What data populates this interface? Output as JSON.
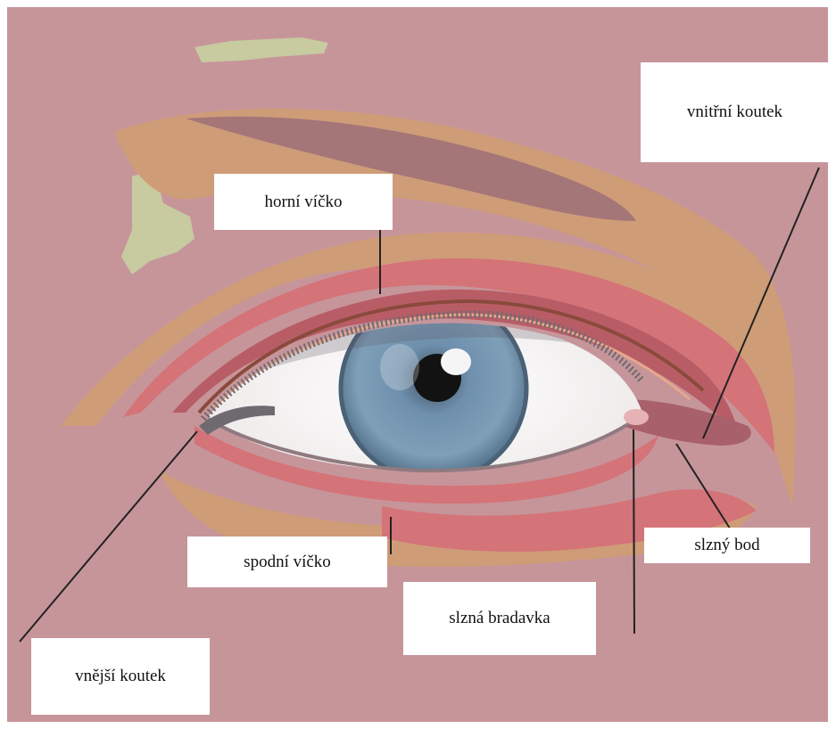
{
  "colors": {
    "background": "#c6959a",
    "skin_orange": "#cf9c78",
    "lid_red": "#d47378",
    "lid_dark": "#b85d66",
    "crease_brown": "#a47678",
    "highlight_green": "#c8caa0",
    "sclera": "#f3f1f0",
    "iris": "#6f90ad",
    "pupil": "#121212",
    "lash": "#6e6a70",
    "pointer_line": "#222222",
    "label_bg": "#ffffff"
  },
  "labels": {
    "upper_eyelid": "horní víčko",
    "inner_corner": "vnitřní koutek",
    "lower_eyelid": "spodní víčko",
    "lacrimal_point": "slzný bod",
    "lacrimal_papilla": "slzná bradavka",
    "outer_corner": "vnější koutek"
  }
}
